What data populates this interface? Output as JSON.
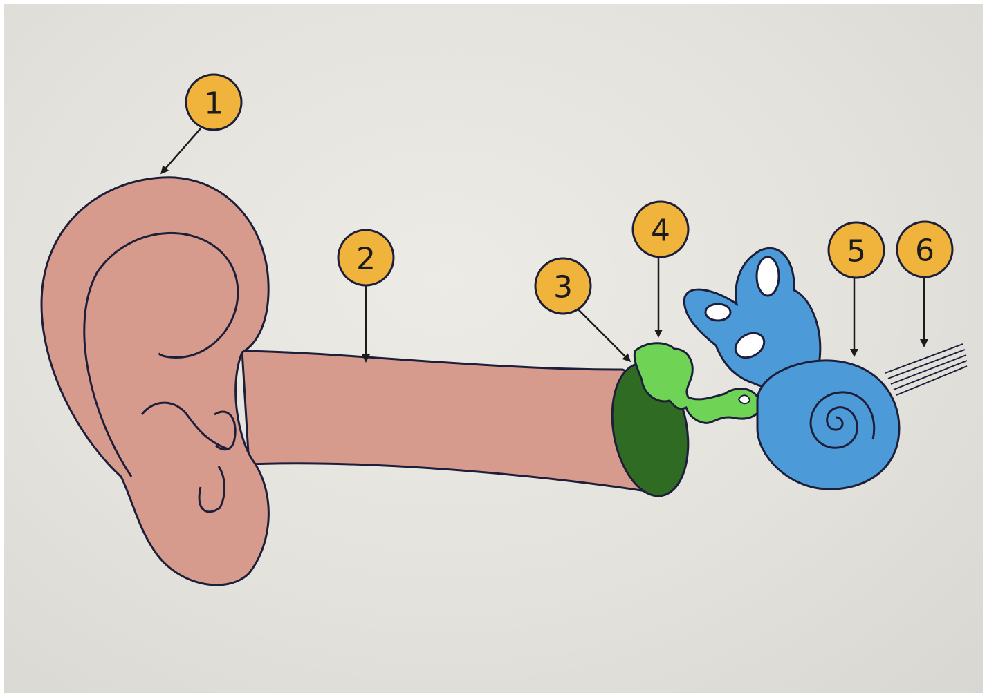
{
  "colors": {
    "board": "#e6e4de",
    "outer_ear": "#d79b8e",
    "outline": "#1d1f3a",
    "eardrum": "#2f6b22",
    "ossicles": "#6fd455",
    "inner_ear": "#4d9ad8",
    "badge": "#f0b43c"
  },
  "labels": [
    {
      "id": "1",
      "text": "1"
    },
    {
      "id": "2",
      "text": "2"
    },
    {
      "id": "3",
      "text": "3"
    },
    {
      "id": "4",
      "text": "4"
    },
    {
      "id": "5",
      "text": "5"
    },
    {
      "id": "6",
      "text": "6"
    }
  ]
}
